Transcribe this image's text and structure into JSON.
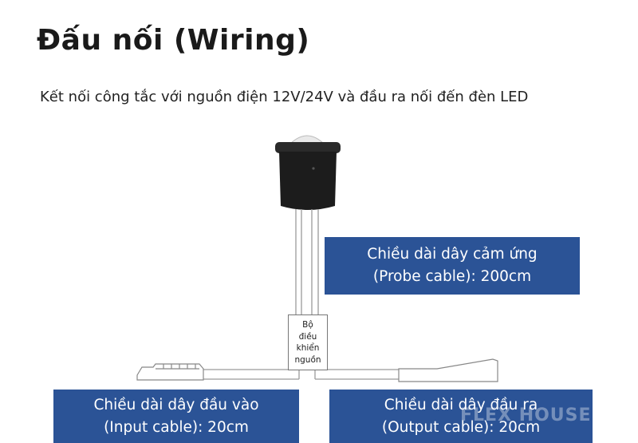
{
  "title": "Đấu nối (Wiring)",
  "subtitle": "Kết nối công tắc với nguồn điện 12V/24V và đầu ra nối đến đèn LED",
  "probe_box": {
    "line1": "Chiều dài dây cảm ứng",
    "line2": "(Probe cable): 200cm"
  },
  "controller": {
    "line1": "Bộ",
    "line2": "điều",
    "line3": "khiển",
    "line4": "nguồn"
  },
  "input_box": {
    "line1": "Chiều dài dây đầu vào",
    "line2": "(Input cable): 20cm"
  },
  "output_box": {
    "line1": "Chiều dài dây đầu ra",
    "line2": "(Output cable): 20cm"
  },
  "watermark": "FLEX HOUSE.V",
  "colors": {
    "box_bg": "#2b5396",
    "box_text": "#ffffff",
    "sensor_body": "#1c1c1c"
  }
}
